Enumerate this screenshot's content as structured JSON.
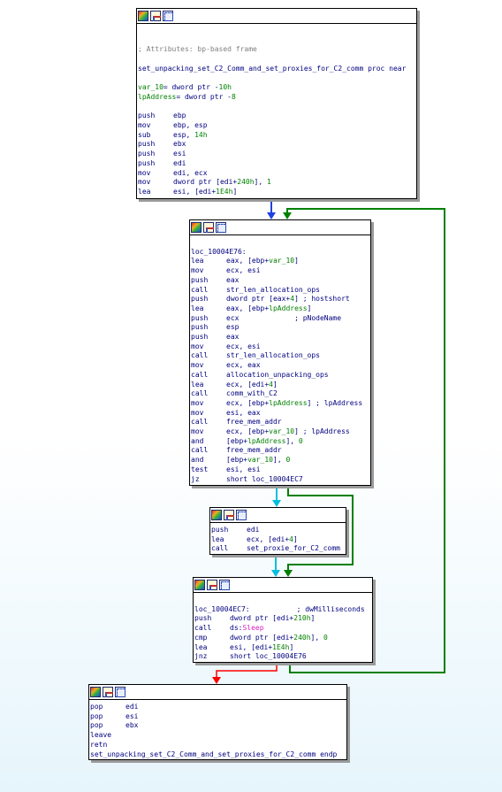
{
  "colors": {
    "edge_normal": "#2040e0",
    "edge_true": "#00c0e0",
    "edge_false": "#008000",
    "edge_back": "#008000",
    "edge_exit": "#ff0000"
  },
  "node_icons": [
    "color-palette-icon",
    "graph-overview-icon",
    "group-nodes-icon"
  ],
  "nodes": {
    "n1": {
      "lines": [
        {
          "type": "blank"
        },
        {
          "type": "blank"
        },
        {
          "type": "comment",
          "text": "; Attributes: bp-based frame"
        },
        {
          "type": "blank"
        },
        {
          "type": "proc",
          "text": "set_unpacking_set_C2_Comm_and_set_proxies_for_C2_comm proc near"
        },
        {
          "type": "blank"
        },
        {
          "type": "decl",
          "name": "var_10",
          "text": "= dword ptr -10h"
        },
        {
          "type": "decl",
          "name": "lpAddress",
          "text": "= dword ptr -8"
        },
        {
          "type": "blank"
        },
        {
          "type": "ins",
          "mn": "push",
          "op": "ebp"
        },
        {
          "type": "ins",
          "mn": "mov",
          "op": "ebp, esp"
        },
        {
          "type": "ins",
          "mn": "sub",
          "op": "esp, 14h"
        },
        {
          "type": "ins",
          "mn": "push",
          "op": "ebx"
        },
        {
          "type": "ins",
          "mn": "push",
          "op": "esi"
        },
        {
          "type": "ins",
          "mn": "push",
          "op": "edi"
        },
        {
          "type": "ins",
          "mn": "mov",
          "op": "edi, ecx"
        },
        {
          "type": "ins",
          "mn": "mov",
          "op": "dword ptr [edi+240h], 1"
        },
        {
          "type": "ins",
          "mn": "lea",
          "op": "esi, [edi+1E4h]"
        }
      ]
    },
    "n2": {
      "lines": [
        {
          "type": "blank"
        },
        {
          "type": "label",
          "text": "loc_10004E76:"
        },
        {
          "type": "ins",
          "mn": "lea",
          "op": "eax, [ebp+var_10]"
        },
        {
          "type": "ins",
          "mn": "mov",
          "op": "ecx, esi"
        },
        {
          "type": "ins",
          "mn": "push",
          "op": "eax"
        },
        {
          "type": "ins",
          "mn": "call",
          "op": "str_len_allocation_ops"
        },
        {
          "type": "ins",
          "mn": "push",
          "op": "dword ptr [eax+4] ; hostshort"
        },
        {
          "type": "ins",
          "mn": "lea",
          "op": "eax, [ebp+lpAddress]"
        },
        {
          "type": "ins",
          "mn": "push",
          "op": "ecx             ; pNodeName"
        },
        {
          "type": "ins",
          "mn": "push",
          "op": "esp"
        },
        {
          "type": "ins",
          "mn": "push",
          "op": "eax"
        },
        {
          "type": "ins",
          "mn": "mov",
          "op": "ecx, esi"
        },
        {
          "type": "ins",
          "mn": "call",
          "op": "str_len_allocation_ops"
        },
        {
          "type": "ins",
          "mn": "mov",
          "op": "ecx, eax"
        },
        {
          "type": "ins",
          "mn": "call",
          "op": "allocation_unpacking_ops"
        },
        {
          "type": "ins",
          "mn": "lea",
          "op": "ecx, [edi+4]"
        },
        {
          "type": "ins",
          "mn": "call",
          "op": "comm_with_C2"
        },
        {
          "type": "ins",
          "mn": "mov",
          "op": "ecx, [ebp+lpAddress] ; lpAddress"
        },
        {
          "type": "ins",
          "mn": "mov",
          "op": "esi, eax"
        },
        {
          "type": "ins",
          "mn": "call",
          "op": "free_mem_addr"
        },
        {
          "type": "ins",
          "mn": "mov",
          "op": "ecx, [ebp+var_10] ; lpAddress"
        },
        {
          "type": "ins",
          "mn": "and",
          "op": "[ebp+lpAddress], 0"
        },
        {
          "type": "ins",
          "mn": "call",
          "op": "free_mem_addr"
        },
        {
          "type": "ins",
          "mn": "and",
          "op": "[ebp+var_10], 0"
        },
        {
          "type": "ins",
          "mn": "test",
          "op": "esi, esi"
        },
        {
          "type": "ins",
          "mn": "jz",
          "op": "short loc_10004EC7"
        }
      ]
    },
    "n3": {
      "lines": [
        {
          "type": "ins",
          "mn": "push",
          "op": "edi"
        },
        {
          "type": "ins",
          "mn": "lea",
          "op": "ecx, [edi+4]"
        },
        {
          "type": "ins",
          "mn": "call",
          "op": "set_proxie_for_C2_comm"
        }
      ]
    },
    "n4": {
      "lines": [
        {
          "type": "blank"
        },
        {
          "type": "label",
          "text": "loc_10004EC7:           ; dwMilliseconds"
        },
        {
          "type": "ins",
          "mn": "push",
          "op": "dword ptr [edi+210h]"
        },
        {
          "type": "ins",
          "mn": "call",
          "op": "ds:Sleep"
        },
        {
          "type": "ins",
          "mn": "cmp",
          "op": "dword ptr [edi+240h], 0"
        },
        {
          "type": "ins",
          "mn": "lea",
          "op": "esi, [edi+1E4h]"
        },
        {
          "type": "ins",
          "mn": "jnz",
          "op": "short loc_10004E76"
        }
      ]
    },
    "n5": {
      "lines": [
        {
          "type": "ins",
          "mn": "pop",
          "op": "edi"
        },
        {
          "type": "ins",
          "mn": "pop",
          "op": "esi"
        },
        {
          "type": "ins",
          "mn": "pop",
          "op": "ebx"
        },
        {
          "type": "ins",
          "mn": "leave",
          "op": ""
        },
        {
          "type": "ins",
          "mn": "retn",
          "op": ""
        },
        {
          "type": "proc",
          "text": "set_unpacking_set_C2_Comm_and_set_proxies_for_C2_comm endp"
        }
      ]
    }
  }
}
